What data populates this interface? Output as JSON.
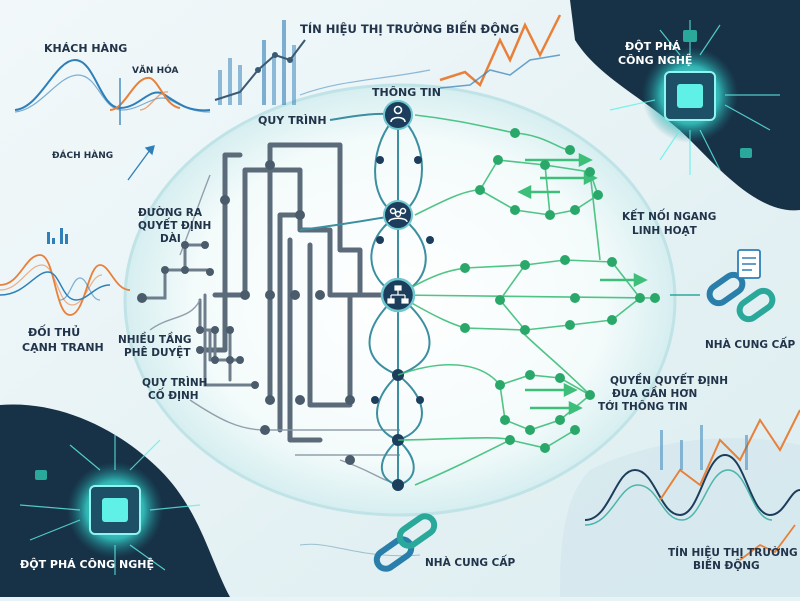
{
  "labels": {
    "khach_hang": "KHÁCH HÀNG",
    "van_hoa": "VĂN HÓA",
    "dach_hang": "ĐÁCH HÀNG",
    "tin_hieu_top": "TÍN HIỆU THỊ TRƯỜNG BIẾN ĐỘNG",
    "dot_pha_top_1": "ĐỘT PHÁ",
    "dot_pha_top_2": "CÔNG NGHỆ",
    "quy_trinh": "QUY TRÌNH",
    "thong_tin": "THÔNG TIN",
    "duong_ra_1": "ĐƯỜNG RA",
    "duong_ra_2": "QUYẾT ĐỊNH",
    "duong_ra_3": "DÀI",
    "ket_noi_1": "KẾT NỐI NGANG",
    "ket_noi_2": "LINH HOẠT",
    "doi_thu_1": "ĐỐI THỦ",
    "doi_thu_2": "CẠNH TRANH",
    "nhieu_tang_1": "NHIỀU TẦNG",
    "nhieu_tang_2": "PHÊ DUYỆT",
    "nha_cung_cap_right": "NHÀ CUNG CẤP",
    "quy_trinh_co_dinh_1": "QUY TRÌNH",
    "quy_trinh_co_dinh_2": "CỐ ĐỊNH",
    "quyen_1": "QUYỀN QUYẾT ĐỊNH",
    "quyen_2": "ĐƯA GẦN HƠN",
    "quyen_3": "TỚI THÔNG TIN",
    "dot_pha_bottom": "ĐỘT PHÁ CÔNG NGHỆ",
    "nha_cung_cap_bottom": "NHÀ CUNG CẤP",
    "tin_hieu_bottom_1": "TÍN HIỆU THỊ TRƯỜNG",
    "tin_hieu_bottom_2": "BIẾN ĐỘNG"
  },
  "icons": {
    "top_node": "user-icon",
    "middle_node": "team-icon",
    "hub_node": "org-chart-icon",
    "chips": "microchip-icon",
    "chains": "chain-link-icon",
    "document": "document-icon"
  },
  "colors": {
    "dark_navy": "#173247",
    "teal": "#2aa89a",
    "green": "#3dbf7a",
    "gray_pipe": "#5b6b7a",
    "orange": "#e8803a",
    "blue_wave": "#2f7fb8",
    "glow": "#5ff0e8"
  }
}
